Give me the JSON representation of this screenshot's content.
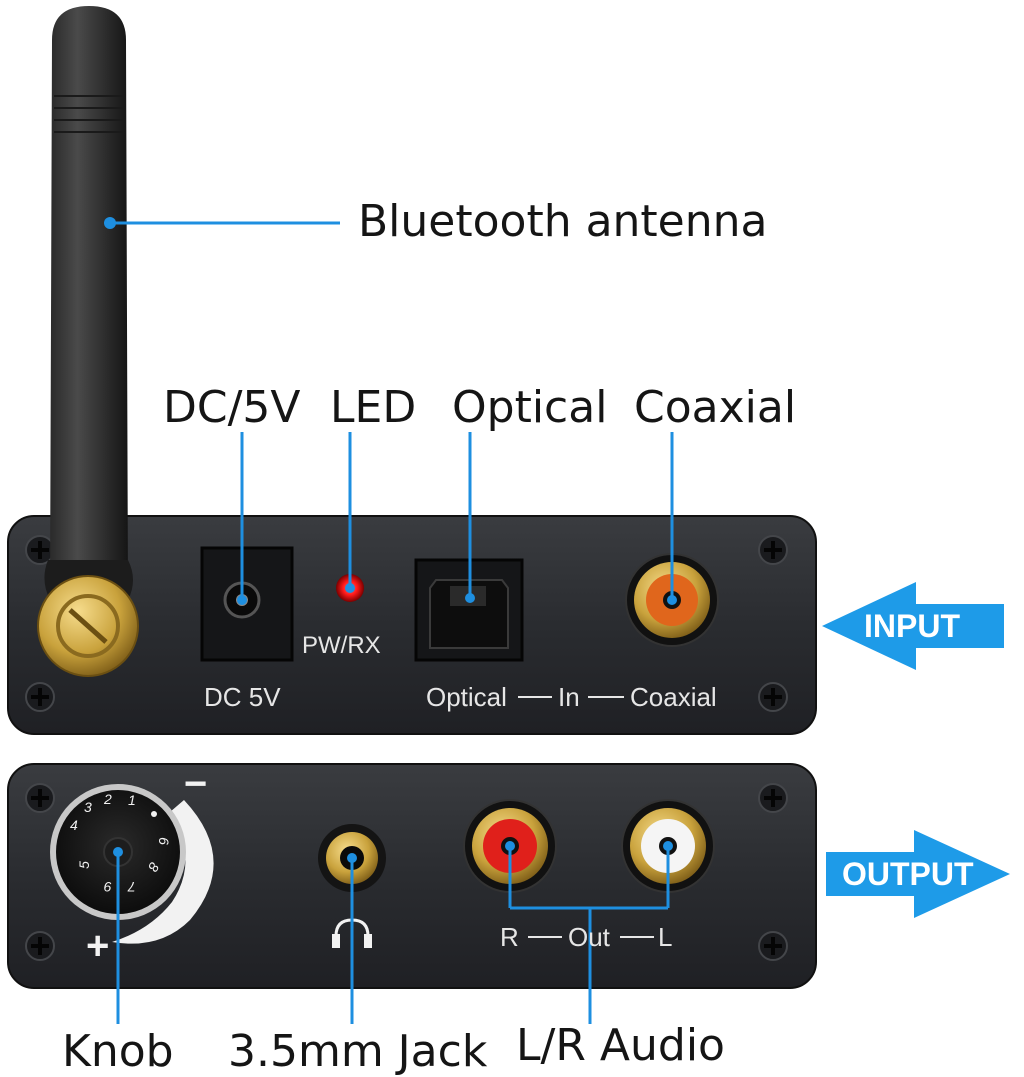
{
  "callouts": {
    "antenna": "Bluetooth antenna",
    "dc": "DC/5V",
    "led": "LED",
    "optical": "Optical",
    "coaxial": "Coaxial",
    "knob": "Knob",
    "jack": "3.5mm Jack",
    "audio": "L/R Audio"
  },
  "panel_top": {
    "dc_label": "DC 5V",
    "led_label": "PW/RX",
    "optical_label": "Optical",
    "in_label": "In",
    "coaxial_label": "Coaxial"
  },
  "panel_bottom": {
    "minus": "−",
    "plus": "+",
    "r_label": "R",
    "out_label": "Out",
    "l_label": "L",
    "knob_numbers": [
      "1",
      "2",
      "3",
      "4",
      "5",
      "6",
      "7",
      "8",
      "9"
    ]
  },
  "arrows": {
    "input": "INPUT",
    "output": "OUTPUT"
  },
  "colors": {
    "arrow_blue": "#1e9be8",
    "panel": "#2b2d31",
    "callout_line": "#1e8fe0",
    "gold": "#c9a23c",
    "red_jack": "#e0201b",
    "coax_orange": "#e0661c",
    "led_red": "#ff1a1a"
  },
  "icons": [
    "headphones-icon",
    "screw-icon"
  ]
}
